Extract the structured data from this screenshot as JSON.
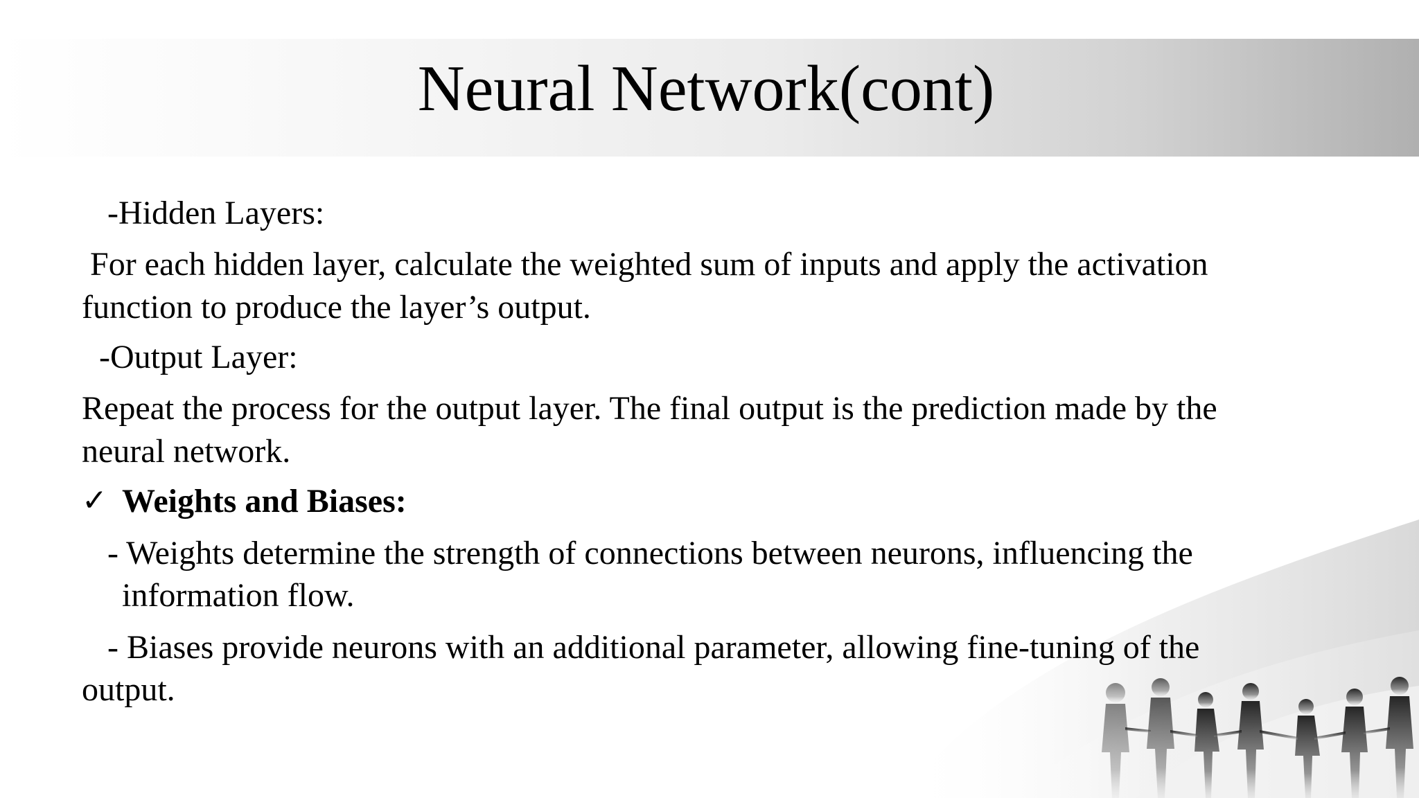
{
  "slide": {
    "title": "Neural Network(cont)",
    "lines": [
      "-Hidden Layers:",
      "For each hidden layer, calculate the weighted sum of inputs and apply the activation",
      "function to produce the layer’s output.",
      "-Output Layer:",
      "Repeat the process for the output layer. The final output is the prediction made by the",
      "neural network.",
      "Weights and Biases:",
      "- Weights determine the strength of connections between neurons, influencing the",
      "information flow.",
      "- Biases provide neurons with an additional parameter, allowing fine-tuning of the",
      "output."
    ],
    "checkmark": "✓"
  },
  "colors": {
    "text": "#000000",
    "band_light": "#ffffff",
    "band_dark": "#b0b0b0"
  },
  "icons": {
    "bullet": "checkmark-icon",
    "decoration": "business-people-silhouette"
  }
}
